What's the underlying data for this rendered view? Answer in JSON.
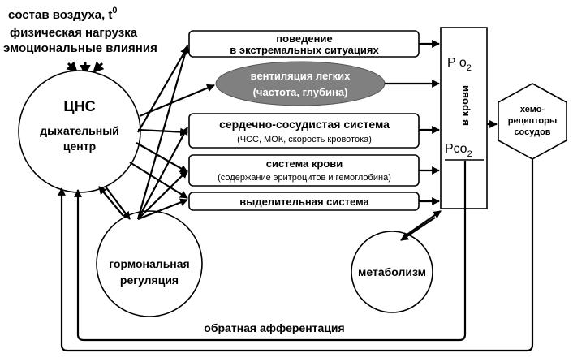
{
  "inputs": {
    "line1": "состав воздуха, t",
    "line1_sup": "0",
    "line2": "физическая нагрузка",
    "line3": "эмоциональные влияния"
  },
  "cns": {
    "title": "ЦНС",
    "sub1": "дыхательный",
    "sub2": "центр"
  },
  "hormonal": {
    "line1": "гормональная",
    "line2": "регуляция"
  },
  "behavior": {
    "line1": "поведение",
    "line2": "в экстремальных ситуациях"
  },
  "ventilation": {
    "line1": "вентиляция легких",
    "line2": "(частота, глубина)",
    "fill": "#808080"
  },
  "cardio": {
    "line1": "сердечно-сосудистая система",
    "line2": "(ЧСС, МОК, скорость кровотока)"
  },
  "blood_system": {
    "line1": "система  крови",
    "line2": "(содержание эритроцитов и гемоглобина)"
  },
  "excretory": {
    "label": "выделительная система"
  },
  "blood": {
    "po2": "P o",
    "po2_sub": "2",
    "pco2": "Pco",
    "pco2_sub": "2",
    "vertical": "в крови"
  },
  "chemo": {
    "line1": "хемо-",
    "line2": "рецепторы",
    "line3": "сосудов"
  },
  "metabolism": {
    "label": "метаболизм"
  },
  "feedback": {
    "label": "обратная афферентация"
  }
}
